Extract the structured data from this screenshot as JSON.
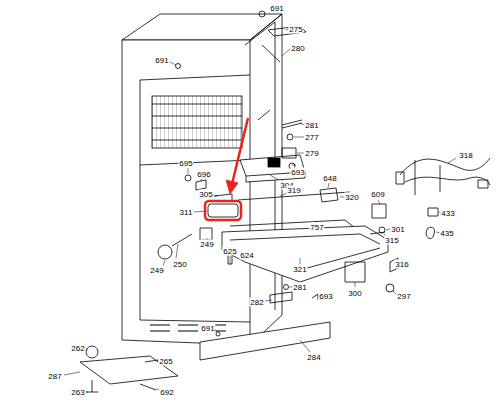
{
  "diagram": {
    "labels": [
      "691",
      "275",
      "280",
      "691",
      "281",
      "277",
      "279",
      "693",
      "318",
      "695",
      "696",
      "304",
      "648",
      "305",
      "319",
      "320",
      "609",
      "311",
      "757",
      "301",
      "433",
      "249",
      "624",
      "315",
      "435",
      "250",
      "625",
      "321",
      "249",
      "316",
      "281",
      "282",
      "300",
      "693",
      "297",
      "691",
      "284",
      "262",
      "265",
      "287",
      "263",
      "692"
    ]
  }
}
